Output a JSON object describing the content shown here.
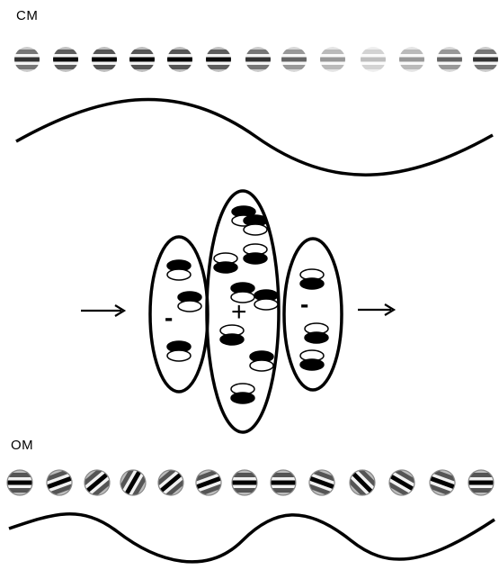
{
  "panel_cm": {
    "label": "CM",
    "patch_orientations_deg": [
      0,
      0,
      0,
      0,
      0,
      0,
      0,
      0,
      0,
      0,
      0,
      0,
      0
    ],
    "patch_contrast": [
      0.8,
      0.95,
      1.0,
      1.0,
      1.0,
      0.95,
      0.8,
      0.6,
      0.4,
      0.25,
      0.4,
      0.6,
      0.8
    ]
  },
  "panel_om": {
    "label": "OM",
    "patch_orientations_deg": [
      0,
      -20,
      -40,
      -60,
      -40,
      -20,
      0,
      0,
      20,
      45,
      30,
      20,
      0
    ],
    "patch_contrast": [
      1,
      1,
      1,
      1,
      1,
      1,
      1,
      1,
      1,
      1,
      1,
      1,
      1
    ]
  },
  "receptive_field": {
    "flanks": [
      {
        "sign": "-"
      },
      {
        "sign": "+"
      },
      {
        "sign": "-"
      }
    ],
    "motion_direction": "rightward"
  },
  "colors": {
    "ink": "#000000",
    "background": "#ffffff"
  }
}
